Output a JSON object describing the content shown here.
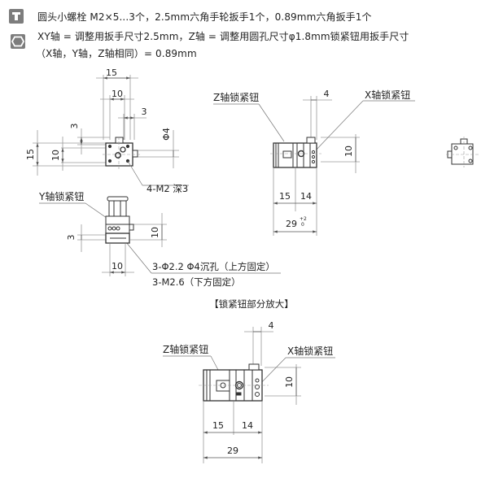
{
  "specs": {
    "accessories_icon": "bolt-icon",
    "accessories": "圆头小螺栓 M2×5...3个，2.5mm六角手轮扳手1个，0.89mm六角扳手1个",
    "wrench_icon": "hex-wrench-icon",
    "wrench_line1": "XY轴 = 调整用扳手尺寸2.5mm，Z轴 = 调整用圆孔尺寸φ1.8mm锁紧钮用扳手尺寸",
    "wrench_line2": "（X轴，Y轴，Z轴相同）= 0.89mm"
  },
  "top_view": {
    "dim_width_outer": "15",
    "dim_width_inner": "10",
    "dim_offset_x": "3",
    "dim_height_outer": "15",
    "dim_height_inner": "10",
    "dim_offset_y": "3",
    "dim_knob_dia": "Φ4",
    "callout_holes": "4-M2 深3"
  },
  "front_view": {
    "label_y_lock": "Y轴锁紧钮",
    "dim_height": "10",
    "dim_offset": "3",
    "dim_width": "10",
    "callout_holes_1": "3-Φ2.2  Φ4沉孔（上方固定）",
    "callout_holes_2": "3-M2.6（下方固定）"
  },
  "side_view": {
    "label_z_lock": "Z轴锁紧钮",
    "label_x_lock": "X轴锁紧钮",
    "dim_knob": "4",
    "dim_height": "10",
    "dim_left": "15",
    "dim_right": "14",
    "dim_total": "29",
    "dim_total_tol_upper": "+2",
    "dim_total_tol_lower": "0"
  },
  "detail_view": {
    "title": "【锁紧钮部分放大】",
    "label_z_lock": "Z轴锁紧钮",
    "label_x_lock": "X轴锁紧钮",
    "dim_knob": "4",
    "dim_height": "10",
    "dim_left": "15",
    "dim_right": "14",
    "dim_total": "29"
  },
  "colors": {
    "line": "#444444",
    "thin": "#9a9a9a",
    "icon_bg": "#7d7d7d"
  }
}
